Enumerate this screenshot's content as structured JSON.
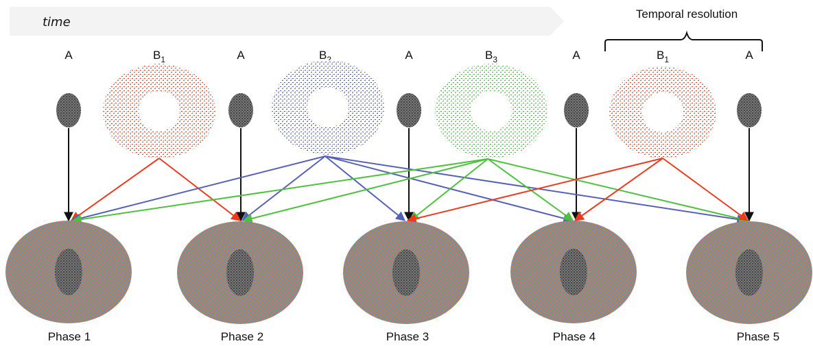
{
  "time_label": "time",
  "temporal_resolution_label": "Temporal resolution",
  "top_labels": [
    {
      "base": "A",
      "sub": ""
    },
    {
      "base": "B",
      "sub": "1"
    },
    {
      "base": "A",
      "sub": ""
    },
    {
      "base": "B",
      "sub": "2"
    },
    {
      "base": "A",
      "sub": ""
    },
    {
      "base": "B",
      "sub": "3"
    },
    {
      "base": "A",
      "sub": ""
    },
    {
      "base": "B",
      "sub": "1"
    },
    {
      "base": "A",
      "sub": ""
    }
  ],
  "phase_labels": [
    "Phase 1",
    "Phase 2",
    "Phase 3",
    "Phase 4",
    "Phase 5"
  ],
  "sampling_colors": {
    "A": "#111111",
    "B1": "#ee3a1c",
    "B2": "#5461b8",
    "B3": "#4cc23c"
  }
}
